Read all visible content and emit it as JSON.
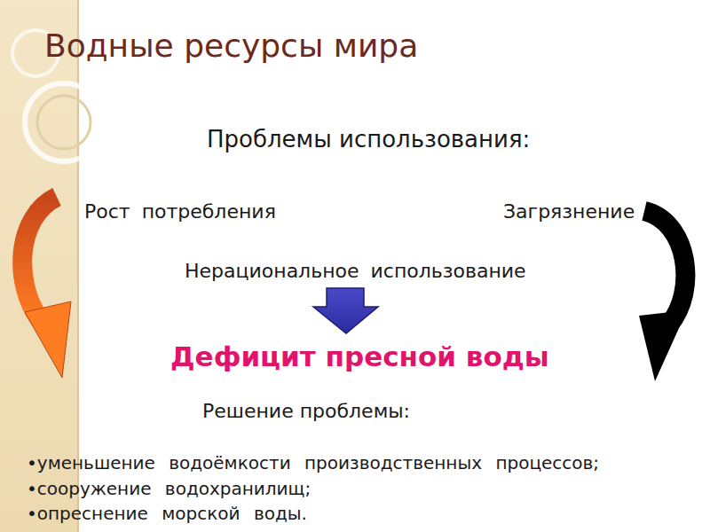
{
  "diagram": {
    "title": "Водные ресурсы мира",
    "labels": [
      "Проблемы использования:",
      "Рост потребления",
      "Загрязнение",
      "Нерациональное использование",
      "Дефицит пресной воды",
      "Решение проблемы:",
      "•уменьшение водоёмкости производственных процессов;",
      "•сооружение водохранилищ;",
      "•опреснение морской воды."
    ]
  }
}
